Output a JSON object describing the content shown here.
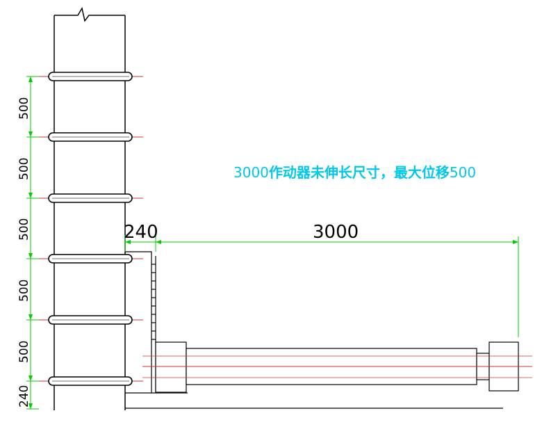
{
  "annotation": {
    "prefix": "3000",
    "text": "作动器未伸长尺寸，最大位移",
    "suffix": "500"
  },
  "dimensions": {
    "horizontal": [
      "240",
      "3000"
    ],
    "vertical": [
      "500",
      "500",
      "500",
      "500",
      "500",
      "240"
    ]
  },
  "colors": {
    "structure": "#000000",
    "dimension_green": "#00cc00",
    "centerline_red": "#cc3333",
    "annotation_cyan": "#00c8e6",
    "bolt_gray": "#707070"
  }
}
